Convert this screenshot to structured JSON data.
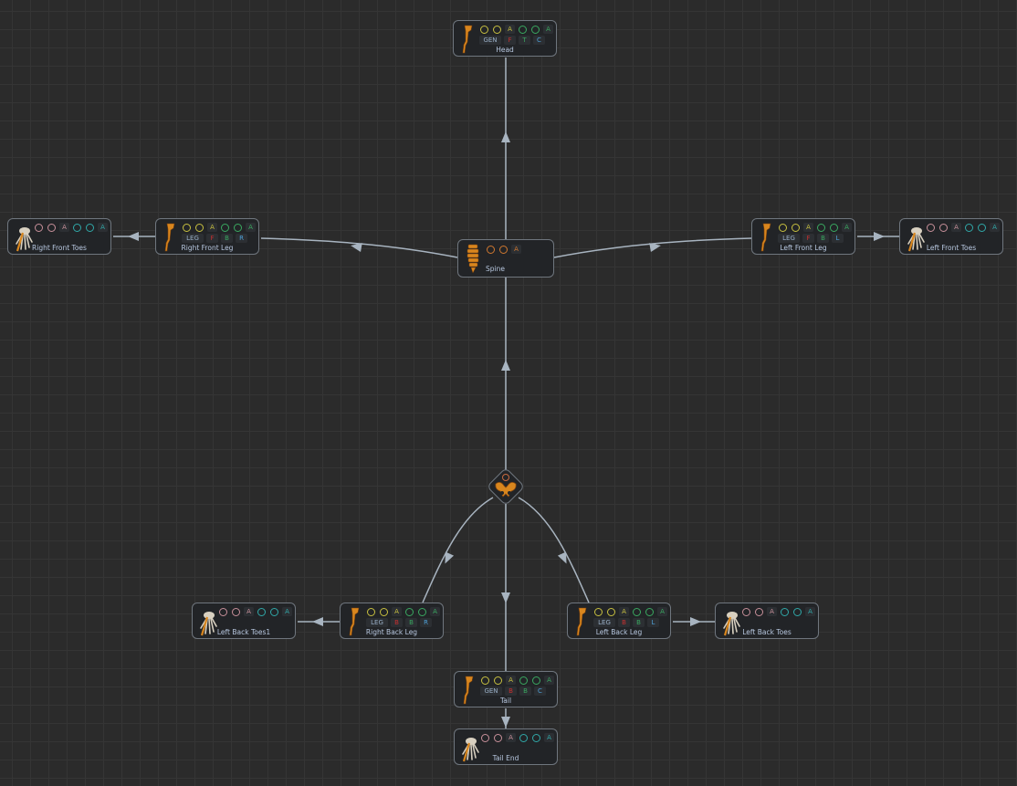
{
  "colors": {
    "yellow": "#c8c040",
    "green": "#3aa860",
    "pink": "#c8909a",
    "teal": "#30a8a8",
    "orange": "#d07830",
    "red": "#c83030",
    "blue": "#4ea0d8",
    "tagText": "#9ab0c8",
    "edge": "#a8b4c0"
  },
  "nodes": [
    {
      "id": "head",
      "label": "Head",
      "icon": "leg-bone-icon",
      "slots": [
        {
          "t": "ring",
          "c": "yellow"
        },
        {
          "t": "ring",
          "c": "yellow"
        },
        {
          "t": "box",
          "x": "A",
          "c": "yellow"
        },
        {
          "t": "ring",
          "c": "green"
        },
        {
          "t": "ring",
          "c": "green"
        },
        {
          "t": "box",
          "x": "A",
          "c": "green"
        }
      ],
      "tags": [
        {
          "x": "GEN",
          "c": "tagText"
        },
        {
          "x": "F",
          "c": "red"
        },
        {
          "x": "T",
          "c": "green"
        },
        {
          "x": "C",
          "c": "blue"
        }
      ]
    },
    {
      "id": "spine",
      "label": "Spine",
      "icon": "spine-icon",
      "slots": [
        {
          "t": "ring",
          "c": "orange"
        },
        {
          "t": "ring",
          "c": "orange"
        },
        {
          "t": "box",
          "x": "A",
          "c": "orange"
        }
      ],
      "tags": []
    },
    {
      "id": "right-front-toes",
      "label": "Right Front Toes",
      "icon": "hand-bones-icon",
      "slots": [
        {
          "t": "ring",
          "c": "pink"
        },
        {
          "t": "ring",
          "c": "pink"
        },
        {
          "t": "box",
          "x": "A",
          "c": "pink"
        },
        {
          "t": "ring",
          "c": "teal"
        },
        {
          "t": "ring",
          "c": "teal"
        },
        {
          "t": "box",
          "x": "A",
          "c": "teal"
        }
      ],
      "tags": []
    },
    {
      "id": "right-front-leg",
      "label": "Right Front Leg",
      "icon": "leg-bone-icon",
      "slots": [
        {
          "t": "ring",
          "c": "yellow"
        },
        {
          "t": "ring",
          "c": "yellow"
        },
        {
          "t": "box",
          "x": "A",
          "c": "yellow"
        },
        {
          "t": "ring",
          "c": "green"
        },
        {
          "t": "ring",
          "c": "green"
        },
        {
          "t": "box",
          "x": "A",
          "c": "green"
        }
      ],
      "tags": [
        {
          "x": "LEG",
          "c": "tagText"
        },
        {
          "x": "F",
          "c": "red"
        },
        {
          "x": "B",
          "c": "green"
        },
        {
          "x": "R",
          "c": "blue"
        }
      ]
    },
    {
      "id": "left-front-leg",
      "label": "Left Front Leg",
      "icon": "leg-bone-icon",
      "slots": [
        {
          "t": "ring",
          "c": "yellow"
        },
        {
          "t": "ring",
          "c": "yellow"
        },
        {
          "t": "box",
          "x": "A",
          "c": "yellow"
        },
        {
          "t": "ring",
          "c": "green"
        },
        {
          "t": "ring",
          "c": "green"
        },
        {
          "t": "box",
          "x": "A",
          "c": "green"
        }
      ],
      "tags": [
        {
          "x": "LEG",
          "c": "tagText"
        },
        {
          "x": "F",
          "c": "red"
        },
        {
          "x": "B",
          "c": "green"
        },
        {
          "x": "L",
          "c": "blue"
        }
      ]
    },
    {
      "id": "left-front-toes",
      "label": "Left Front Toes",
      "icon": "hand-bones-icon",
      "slots": [
        {
          "t": "ring",
          "c": "pink"
        },
        {
          "t": "ring",
          "c": "pink"
        },
        {
          "t": "box",
          "x": "A",
          "c": "pink"
        },
        {
          "t": "ring",
          "c": "teal"
        },
        {
          "t": "ring",
          "c": "teal"
        },
        {
          "t": "box",
          "x": "A",
          "c": "teal"
        }
      ],
      "tags": []
    },
    {
      "id": "left-back-toes1",
      "label": "Left Back Toes1",
      "icon": "hand-bones-icon",
      "slots": [
        {
          "t": "ring",
          "c": "pink"
        },
        {
          "t": "ring",
          "c": "pink"
        },
        {
          "t": "box",
          "x": "A",
          "c": "pink"
        },
        {
          "t": "ring",
          "c": "teal"
        },
        {
          "t": "ring",
          "c": "teal"
        },
        {
          "t": "box",
          "x": "A",
          "c": "teal"
        }
      ],
      "tags": []
    },
    {
      "id": "right-back-leg",
      "label": "Right Back Leg",
      "icon": "leg-bone-icon",
      "slots": [
        {
          "t": "ring",
          "c": "yellow"
        },
        {
          "t": "ring",
          "c": "yellow"
        },
        {
          "t": "box",
          "x": "A",
          "c": "yellow"
        },
        {
          "t": "ring",
          "c": "green"
        },
        {
          "t": "ring",
          "c": "green"
        },
        {
          "t": "box",
          "x": "A",
          "c": "green"
        }
      ],
      "tags": [
        {
          "x": "LEG",
          "c": "tagText"
        },
        {
          "x": "B",
          "c": "red"
        },
        {
          "x": "B",
          "c": "green"
        },
        {
          "x": "R",
          "c": "blue"
        }
      ]
    },
    {
      "id": "left-back-leg",
      "label": "Left Back Leg",
      "icon": "leg-bone-icon",
      "slots": [
        {
          "t": "ring",
          "c": "yellow"
        },
        {
          "t": "ring",
          "c": "yellow"
        },
        {
          "t": "box",
          "x": "A",
          "c": "yellow"
        },
        {
          "t": "ring",
          "c": "green"
        },
        {
          "t": "ring",
          "c": "green"
        },
        {
          "t": "box",
          "x": "A",
          "c": "green"
        }
      ],
      "tags": [
        {
          "x": "LEG",
          "c": "tagText"
        },
        {
          "x": "B",
          "c": "red"
        },
        {
          "x": "B",
          "c": "green"
        },
        {
          "x": "L",
          "c": "blue"
        }
      ]
    },
    {
      "id": "left-back-toes",
      "label": "Left Back Toes",
      "icon": "hand-bones-icon",
      "slots": [
        {
          "t": "ring",
          "c": "pink"
        },
        {
          "t": "ring",
          "c": "pink"
        },
        {
          "t": "box",
          "x": "A",
          "c": "pink"
        },
        {
          "t": "ring",
          "c": "teal"
        },
        {
          "t": "ring",
          "c": "teal"
        },
        {
          "t": "box",
          "x": "A",
          "c": "teal"
        }
      ],
      "tags": []
    },
    {
      "id": "tail",
      "label": "Tail",
      "icon": "leg-bone-icon",
      "slots": [
        {
          "t": "ring",
          "c": "yellow"
        },
        {
          "t": "ring",
          "c": "yellow"
        },
        {
          "t": "box",
          "x": "A",
          "c": "yellow"
        },
        {
          "t": "ring",
          "c": "green"
        },
        {
          "t": "ring",
          "c": "green"
        },
        {
          "t": "box",
          "x": "A",
          "c": "green"
        }
      ],
      "tags": [
        {
          "x": "GEN",
          "c": "tagText"
        },
        {
          "x": "B",
          "c": "red"
        },
        {
          "x": "B",
          "c": "green"
        },
        {
          "x": "C",
          "c": "blue"
        }
      ]
    },
    {
      "id": "tail-end",
      "label": "Tail End",
      "icon": "hand-bones-icon",
      "slots": [
        {
          "t": "ring",
          "c": "pink"
        },
        {
          "t": "ring",
          "c": "pink"
        },
        {
          "t": "box",
          "x": "A",
          "c": "pink"
        },
        {
          "t": "ring",
          "c": "teal"
        },
        {
          "t": "ring",
          "c": "teal"
        },
        {
          "t": "box",
          "x": "A",
          "c": "teal"
        }
      ],
      "tags": []
    }
  ],
  "root": {
    "id": "pelvis",
    "icon": "pelvis-icon",
    "ring": "orange"
  }
}
